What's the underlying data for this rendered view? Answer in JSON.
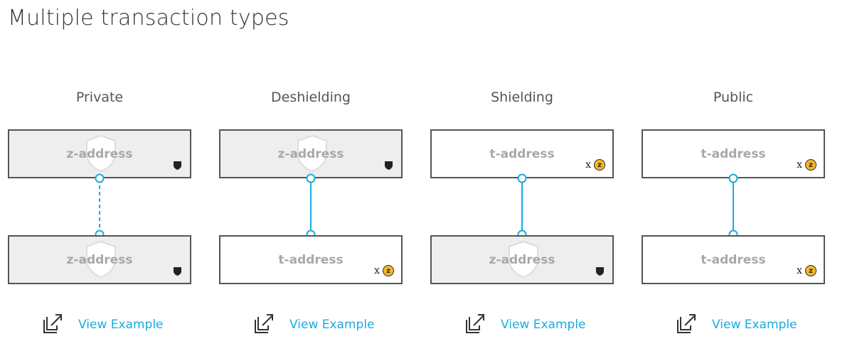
{
  "page": {
    "title": "Multiple transaction types"
  },
  "colors": {
    "accent": "#1aabdf",
    "border": "#555555",
    "shielded_fill": "#eeeeee",
    "coin": "#f4b728"
  },
  "columns": [
    {
      "title": "Private",
      "from": {
        "label": "z-address",
        "kind": "shielded",
        "badge": "shield-icon"
      },
      "to": {
        "label": "z-address",
        "kind": "shielded",
        "badge": "shield-icon"
      },
      "connector": "dashed",
      "link": "View Example"
    },
    {
      "title": "Deshielding",
      "from": {
        "label": "z-address",
        "kind": "shielded",
        "badge": "shield-icon"
      },
      "to": {
        "label": "t-address",
        "kind": "transparent",
        "badge": "x",
        "coin": "z"
      },
      "connector": "solid",
      "link": "View Example"
    },
    {
      "title": "Shielding",
      "from": {
        "label": "t-address",
        "kind": "transparent",
        "badge": "x",
        "coin": "z"
      },
      "to": {
        "label": "z-address",
        "kind": "shielded",
        "badge": "shield-icon"
      },
      "connector": "solid",
      "link": "View Example"
    },
    {
      "title": "Public",
      "from": {
        "label": "t-address",
        "kind": "transparent",
        "badge": "x",
        "coin": "z"
      },
      "to": {
        "label": "t-address",
        "kind": "transparent",
        "badge": "x",
        "coin": "z"
      },
      "connector": "solid",
      "link": "View Example"
    }
  ]
}
